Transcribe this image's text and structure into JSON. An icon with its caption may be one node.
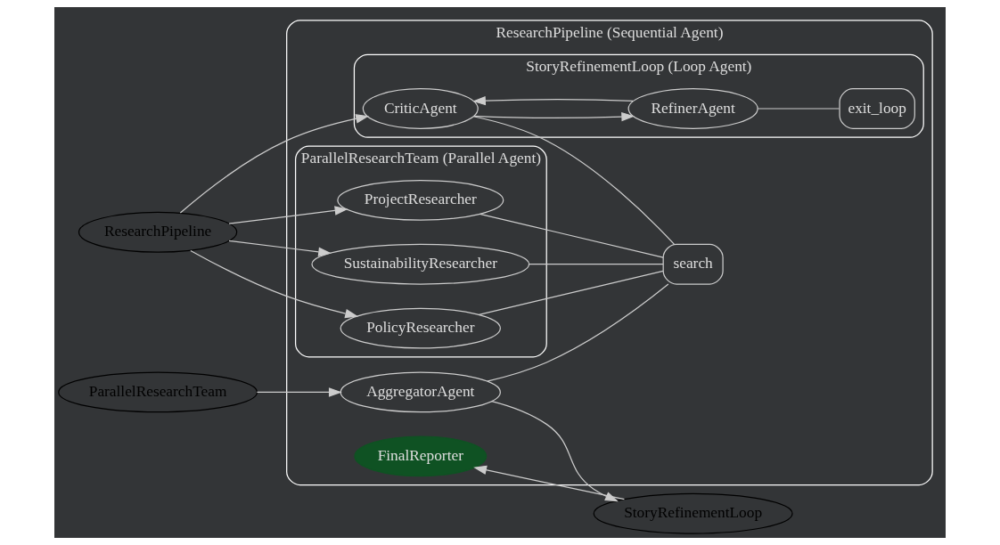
{
  "diagram": {
    "nodes": [
      {
        "text": [
          "ResearchPipeline (Sequential Agent)"
        ]
      },
      {
        "text": [
          "StoryRefinementLoop (Loop Agent)"
        ],
        "in": 0
      },
      {
        "text": [
          "CriticAgent"
        ],
        "in": 1
      },
      {
        "text": [
          "RefinerAgent"
        ],
        "in": 1
      },
      {
        "text": [
          "exit_loop"
        ],
        "in": 1
      },
      {
        "text": [
          "ParallelResearchTeam (Parallel Agent)"
        ],
        "in": 0
      },
      {
        "text": [
          "ProjectResearcher"
        ],
        "in": 5
      },
      {
        "text": [
          "SustainabilityResearcher"
        ],
        "in": 5
      },
      {
        "text": [
          "PolicyResearcher"
        ],
        "in": 5
      },
      {
        "text": [
          "search"
        ],
        "in": 0
      },
      {
        "text": [
          "AggregatorAgent"
        ],
        "in": 0
      },
      {
        "text": [
          "FinalReporter"
        ],
        "in": 0
      },
      {
        "text": [
          "ResearchPipeline"
        ]
      },
      {
        "text": [
          "ParallelResearchTeam"
        ]
      },
      {
        "text": [
          "StoryRefinementLoop"
        ]
      }
    ],
    "edges": [
      {
        "from": 12,
        "to": 2,
        "arrow": "to"
      },
      {
        "from": 2,
        "to": 3,
        "arrow": "to"
      },
      {
        "from": 3,
        "to": 2,
        "arrow": "to"
      },
      {
        "from": 3,
        "to": 4,
        "arrow": "none"
      },
      {
        "from": 2,
        "to": 9,
        "arrow": "none"
      },
      {
        "from": 12,
        "to": 6,
        "arrow": "to"
      },
      {
        "from": 12,
        "to": 7,
        "arrow": "to"
      },
      {
        "from": 12,
        "to": 8,
        "arrow": "to"
      },
      {
        "from": 6,
        "to": 9,
        "arrow": "none"
      },
      {
        "from": 7,
        "to": 9,
        "arrow": "none"
      },
      {
        "from": 8,
        "to": 9,
        "arrow": "none"
      },
      {
        "from": 13,
        "to": 10,
        "arrow": "to"
      },
      {
        "from": 10,
        "to": 9,
        "arrow": "none"
      },
      {
        "from": 10,
        "to": 14,
        "arrow": "to"
      },
      {
        "from": 14,
        "to": 11,
        "arrow": "to"
      }
    ]
  }
}
